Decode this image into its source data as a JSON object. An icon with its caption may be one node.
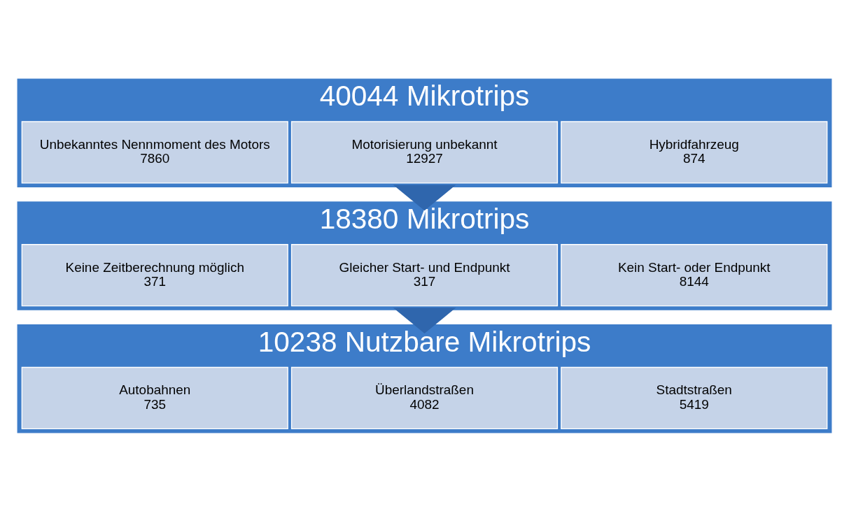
{
  "diagram": {
    "nodes": [
      {
        "text": [
          "40044 Mikrotrips"
        ]
      },
      {
        "text": [
          "Hybridfahrzeug",
          "874"
        ],
        "in": 0
      },
      {
        "text": [
          "Motorisierung unbekannt",
          "12927"
        ],
        "in": 0
      },
      {
        "text": [
          "Unbekanntes Nennmoment des Motors",
          "7860"
        ],
        "in": 0
      },
      {
        "text": [
          "18380 Mikrotrips"
        ]
      },
      {
        "text": [
          "Kein Start- oder Endpunkt",
          "8144"
        ],
        "in": 4
      },
      {
        "text": [
          "Gleicher Start- und Endpunkt",
          "317"
        ],
        "in": 4
      },
      {
        "text": [
          "Keine Zeitberechnung möglich",
          "371"
        ],
        "in": 4
      },
      {
        "text": [
          "10238 Nutzbare Mikrotrips"
        ]
      },
      {
        "text": [
          "Stadtstraßen",
          "5419"
        ],
        "in": 8
      },
      {
        "text": [
          "Überlandstraßen",
          "4082"
        ],
        "in": 8
      },
      {
        "text": [
          "Autobahnen",
          "735"
        ],
        "in": 8
      }
    ],
    "edges": [
      {
        "from": 0,
        "to": 4,
        "arrow": "to",
        "style": "thick"
      },
      {
        "from": 4,
        "to": 8,
        "arrow": "to",
        "style": "thick"
      }
    ]
  }
}
